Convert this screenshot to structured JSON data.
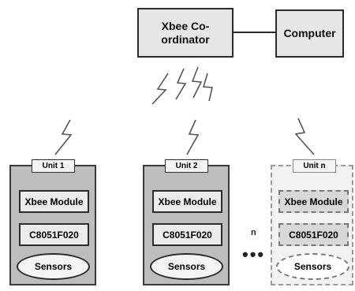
{
  "coordinator": {
    "label": "Xbee Co-ordinator"
  },
  "computer": {
    "label": "Computer"
  },
  "units": [
    {
      "tab": "Unit 1",
      "module": "Xbee Module",
      "mcu": "C8051F020",
      "sensors": "Sensors"
    },
    {
      "tab": "Unit 2",
      "module": "Xbee Module",
      "mcu": "C8051F020",
      "sensors": "Sensors"
    },
    {
      "tab": "Unit n",
      "module": "Xbee Module",
      "mcu": "C8051F020",
      "sensors": "Sensors"
    }
  ],
  "ellipsis": {
    "n": "n",
    "dots": "•••"
  }
}
